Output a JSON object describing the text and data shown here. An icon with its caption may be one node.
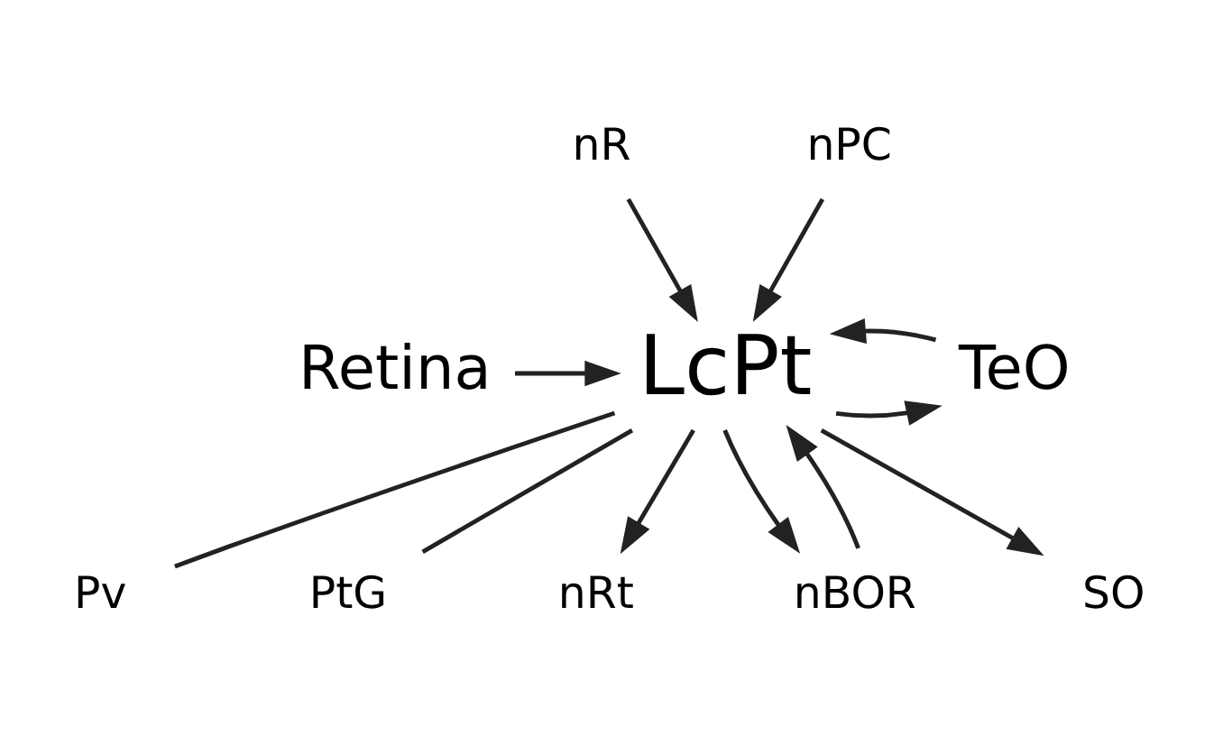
{
  "diagram": {
    "nodes": [
      {
        "text": [
          "nR"
        ]
      },
      {
        "text": [
          "nPC"
        ]
      },
      {
        "text": [
          "Retina"
        ]
      },
      {
        "text": [
          "LcPt"
        ]
      },
      {
        "text": [
          "TeO"
        ]
      },
      {
        "text": [
          "Pv"
        ]
      },
      {
        "text": [
          "PtG"
        ]
      },
      {
        "text": [
          "nRt"
        ]
      },
      {
        "text": [
          "nBOR"
        ]
      },
      {
        "text": [
          "SO"
        ]
      }
    ],
    "edges": [
      {
        "from": 0,
        "to": 3,
        "arrow": "to"
      },
      {
        "from": 1,
        "to": 3,
        "arrow": "to"
      },
      {
        "from": 2,
        "to": 3,
        "arrow": "to"
      },
      {
        "from": 3,
        "to": 4,
        "arrow": "to"
      },
      {
        "from": 4,
        "to": 3,
        "arrow": "to"
      },
      {
        "from": 3,
        "to": 5,
        "arrow": "none"
      },
      {
        "from": 3,
        "to": 6,
        "arrow": "none"
      },
      {
        "from": 3,
        "to": 9,
        "arrow": "to"
      },
      {
        "from": 3,
        "to": 7,
        "arrow": "to"
      },
      {
        "from": 8,
        "to": 3,
        "arrow": "to"
      },
      {
        "from": 3,
        "to": 8,
        "arrow": "to"
      }
    ]
  }
}
